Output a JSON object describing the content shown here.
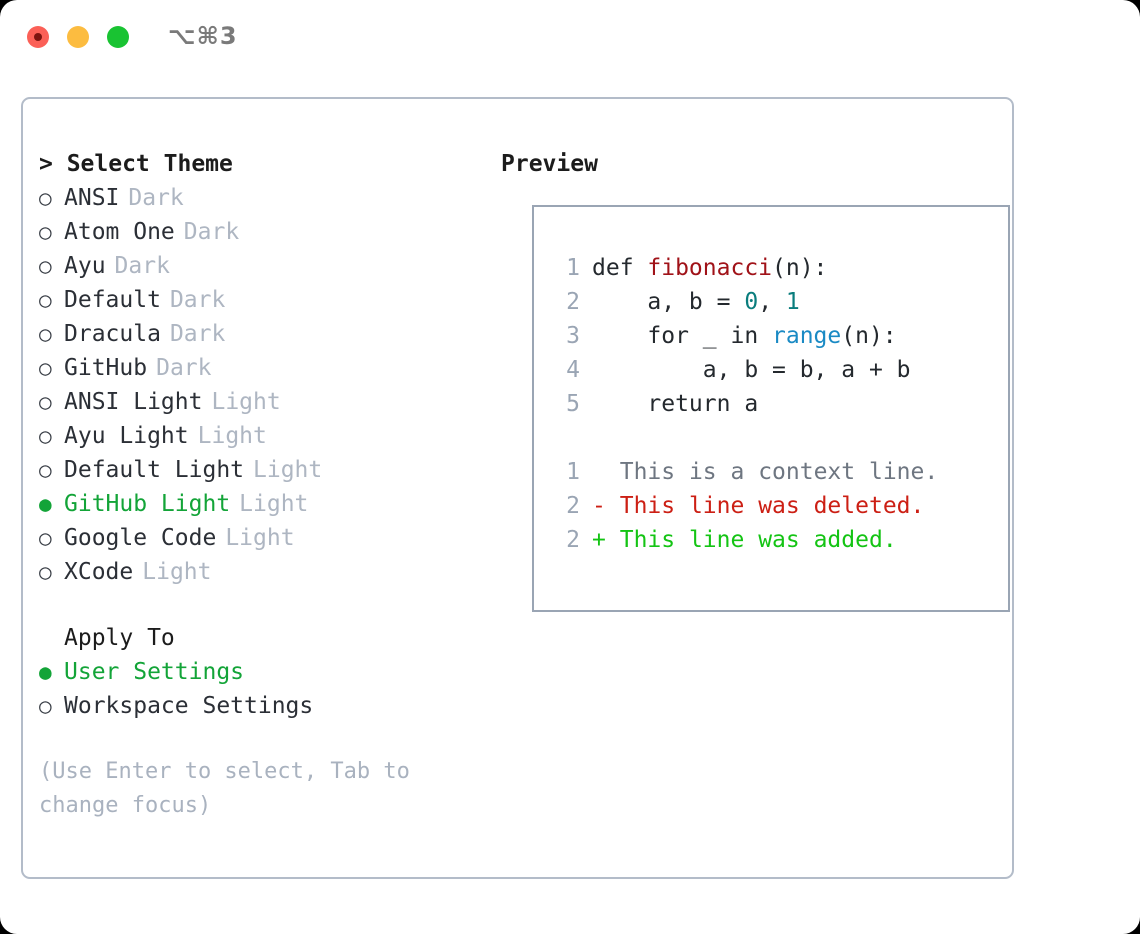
{
  "window": {
    "shortcut": "⌥⌘3",
    "traffic_lights": [
      {
        "name": "close",
        "color": "#fb6057"
      },
      {
        "name": "minimize",
        "color": "#fcbc40"
      },
      {
        "name": "maximize",
        "color": "#19c332"
      }
    ]
  },
  "colors": {
    "accent_green": "#13a438",
    "panel_border": "#b3bcc9",
    "preview_border": "#9aa5b4",
    "muted": "#aeb6c2",
    "hint": "#a9b2bf",
    "diff_added": "#14c414",
    "diff_deleted": "#cc1f14",
    "code_function": "#a01218",
    "code_number": "#0a7d7d",
    "code_call": "#1a8ac4"
  },
  "theme_picker": {
    "header": "> Select Theme",
    "radio_empty": "○",
    "radio_filled": "●",
    "items": [
      {
        "label": "ANSI",
        "category": "Dark",
        "selected": false
      },
      {
        "label": "Atom One",
        "category": "Dark",
        "selected": false
      },
      {
        "label": "Ayu",
        "category": "Dark",
        "selected": false
      },
      {
        "label": "Default",
        "category": "Dark",
        "selected": false
      },
      {
        "label": "Dracula",
        "category": "Dark",
        "selected": false
      },
      {
        "label": "GitHub",
        "category": "Dark",
        "selected": false
      },
      {
        "label": "ANSI Light",
        "category": "Light",
        "selected": false
      },
      {
        "label": "Ayu Light",
        "category": "Light",
        "selected": false
      },
      {
        "label": "Default Light",
        "category": "Light",
        "selected": false
      },
      {
        "label": "GitHub Light",
        "category": "Light",
        "selected": true
      },
      {
        "label": "Google Code",
        "category": "Light",
        "selected": false
      },
      {
        "label": "XCode",
        "category": "Light",
        "selected": false
      }
    ]
  },
  "apply_to": {
    "header": "Apply To",
    "items": [
      {
        "label": "User Settings",
        "selected": true
      },
      {
        "label": "Workspace Settings",
        "selected": false
      }
    ]
  },
  "hint": "(Use Enter to select, Tab to change focus)",
  "preview": {
    "header": "Preview",
    "code_lines": [
      {
        "lineno": "1",
        "segments": [
          {
            "text": "def ",
            "token": "plain"
          },
          {
            "text": "fibonacci",
            "token": "function"
          },
          {
            "text": "(n):",
            "token": "plain"
          }
        ]
      },
      {
        "lineno": "2",
        "segments": [
          {
            "text": "    a, b = ",
            "token": "plain"
          },
          {
            "text": "0",
            "token": "number"
          },
          {
            "text": ", ",
            "token": "plain"
          },
          {
            "text": "1",
            "token": "number"
          }
        ]
      },
      {
        "lineno": "3",
        "segments": [
          {
            "text": "    for _ in ",
            "token": "plain"
          },
          {
            "text": "range",
            "token": "call"
          },
          {
            "text": "(n):",
            "token": "plain"
          }
        ]
      },
      {
        "lineno": "4",
        "segments": [
          {
            "text": "        a, b = b, a + b",
            "token": "plain"
          }
        ]
      },
      {
        "lineno": "5",
        "segments": [
          {
            "text": "    return a",
            "token": "plain"
          }
        ]
      }
    ],
    "diff_lines": [
      {
        "lineno": "1",
        "marker": " ",
        "text": "This is a context line.",
        "kind": "context"
      },
      {
        "lineno": "2",
        "marker": "-",
        "text": "This line was deleted.",
        "kind": "deleted"
      },
      {
        "lineno": "2",
        "marker": "+",
        "text": "This line was added.",
        "kind": "added"
      }
    ]
  }
}
